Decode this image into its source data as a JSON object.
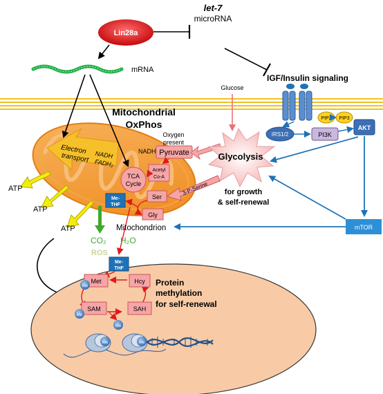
{
  "labels": {
    "let7": "let-7",
    "microrna": "microRNA",
    "lin28a": "Lin28a",
    "mrna": "mRNA",
    "igf": "IGF/Insulin signaling",
    "glucose": "Glucose",
    "mito_title_1": "Mitochondrial",
    "mito_title_2": "OxPhos",
    "oxygen_1": "Oxygen",
    "oxygen_2": "present",
    "nadh": "NADH",
    "pyruvate": "Pyruvate",
    "glycolysis": "Glycolysis",
    "electron_1": "Electron",
    "electron_2": "transport",
    "nadh2": "NADH",
    "fadh2": "FADH₂",
    "tca_1": "TCA",
    "tca_2": "Cycle",
    "acetyl_1": "Acetyl",
    "acetyl_2": "Co-A",
    "phosphoserine": "3-P-Serine",
    "growth_1": "for growth",
    "growth_2": "& self-renewal",
    "mthf_1": "Me-",
    "mthf_2": "THF",
    "ser": "Ser",
    "gly": "Gly",
    "atp": "ATP",
    "co2": "CO₂",
    "h2o": "H₂O",
    "ros": "ROS",
    "mitochondrion": "Mitochondrion",
    "mtor": "mTOR",
    "irs": "IRS1/2",
    "pi3k": "PI3K",
    "pip2": "PIP2",
    "pip3": "PIP3",
    "akt": "AKT",
    "met": "Met",
    "hcy": "Hcy",
    "sam": "SAM",
    "sah": "SAH",
    "me": "Me",
    "protein_1": "Protein",
    "protein_2": "methylation",
    "protein_3": "for self-renewal"
  },
  "colors": {
    "lin28a_fill": "#e0191b",
    "mrna_green": "#22b04b",
    "membrane": "#f0c020",
    "mito_orange": "#f39a2e",
    "blue_arrow": "#1f72b6",
    "pink_arrow": "#e9717a",
    "pink_box": "#f6a5a6",
    "nucleus_fill": "#f8cba6",
    "receptor_blue": "#5b8fd0",
    "pip_yellow": "#ffd21e",
    "atp_yellow": "#f2ee0c",
    "co2_green": "#41a82e",
    "ros_color": "#c9d69a"
  }
}
